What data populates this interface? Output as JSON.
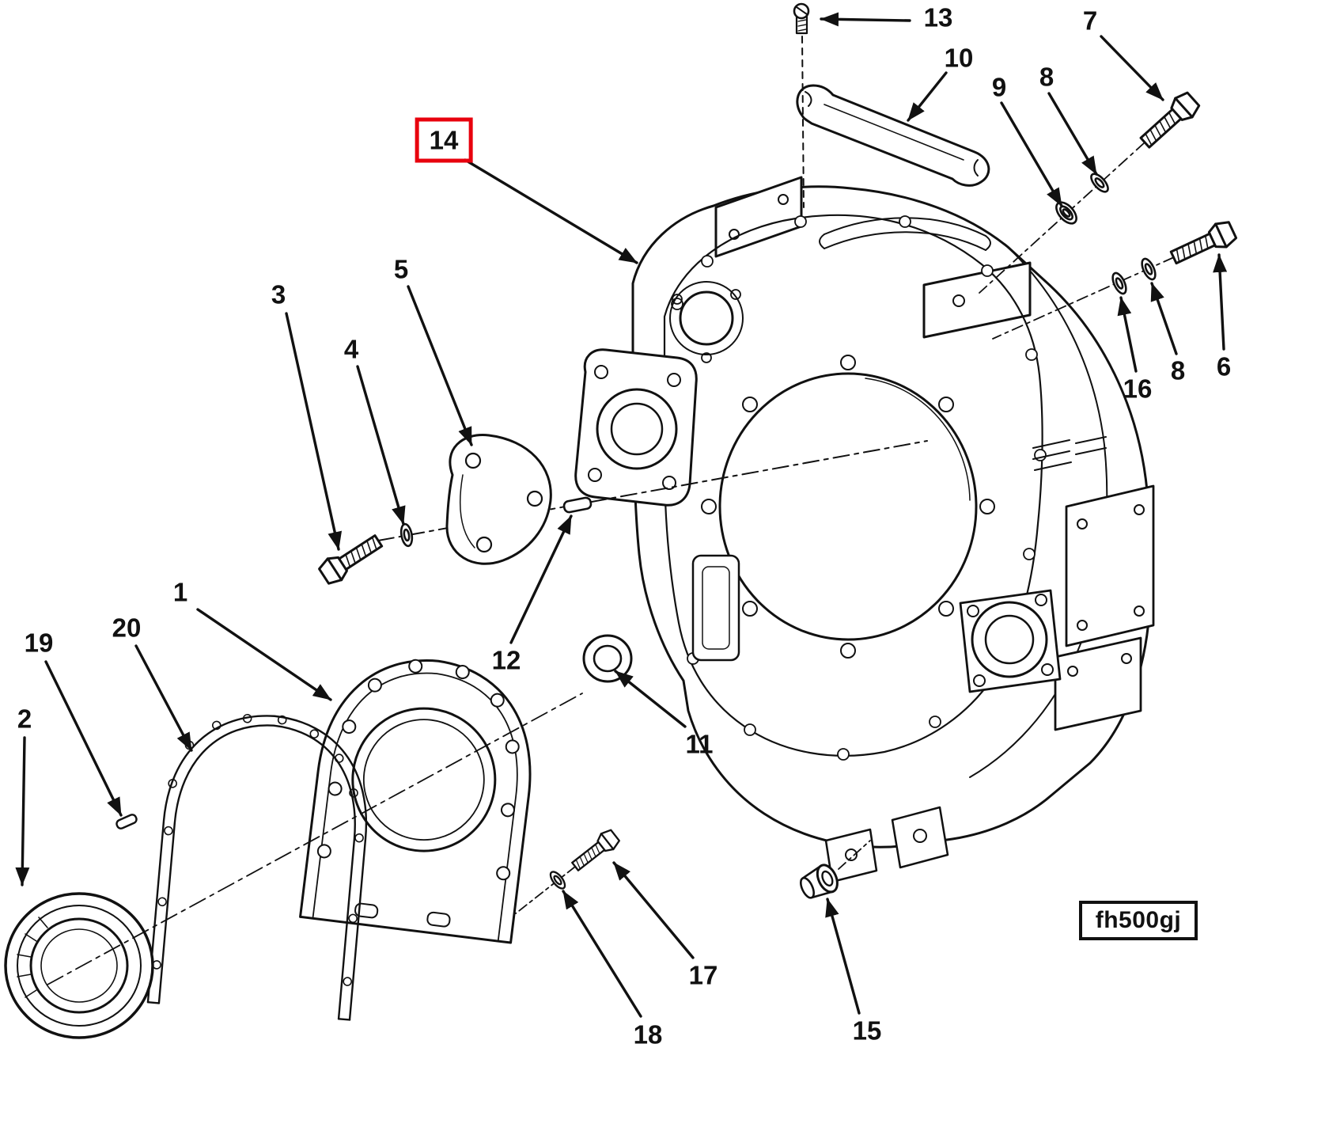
{
  "figure_code": "fh500gj",
  "highlighted_callout": "14",
  "colors": {
    "line": "#111111",
    "highlight": "#e8000d",
    "background": "#ffffff"
  },
  "callouts": {
    "n1": "1",
    "n2": "2",
    "n3": "3",
    "n4": "4",
    "n5": "5",
    "n6": "6",
    "n7": "7",
    "n8a": "8",
    "n8b": "8",
    "n9": "9",
    "n10": "10",
    "n11": "11",
    "n12": "12",
    "n13": "13",
    "n14": "14",
    "n15": "15",
    "n16": "16",
    "n17": "17",
    "n18": "18",
    "n19": "19",
    "n20": "20"
  }
}
